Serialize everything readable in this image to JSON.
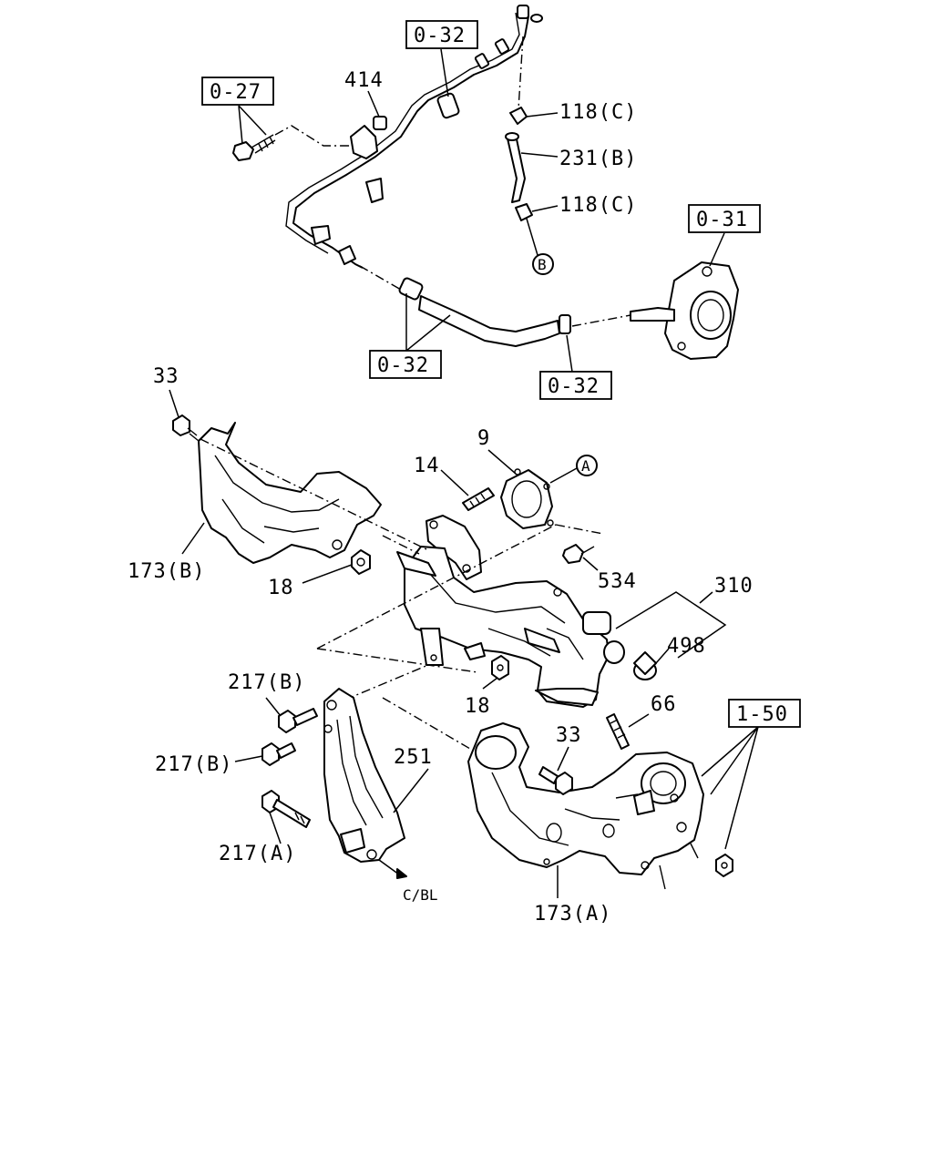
{
  "refs": {
    "r_0_27": "0-27",
    "r_0_32_top": "0-32",
    "r_0_31": "0-31",
    "r_0_32_mid_left": "0-32",
    "r_0_32_mid_right": "0-32",
    "r_1_50": "1-50"
  },
  "callouts": {
    "p414": "414",
    "p118c_upper": "118(C)",
    "p231b": "231(B)",
    "p118c_lower": "118(C)",
    "circle_b": "B",
    "p33_upper": "33",
    "p9": "9",
    "circle_a": "A",
    "p14": "14",
    "p173b": "173(B)",
    "p18_upper": "18",
    "p534": "534",
    "p310": "310",
    "p498": "498",
    "p18_lower": "18",
    "p217b_upper": "217(B)",
    "p217b_lower": "217(B)",
    "p251": "251",
    "p66": "66",
    "p33_lower": "33",
    "p217a": "217(A)",
    "cbl": "C/BL",
    "p173a": "173(A)"
  }
}
